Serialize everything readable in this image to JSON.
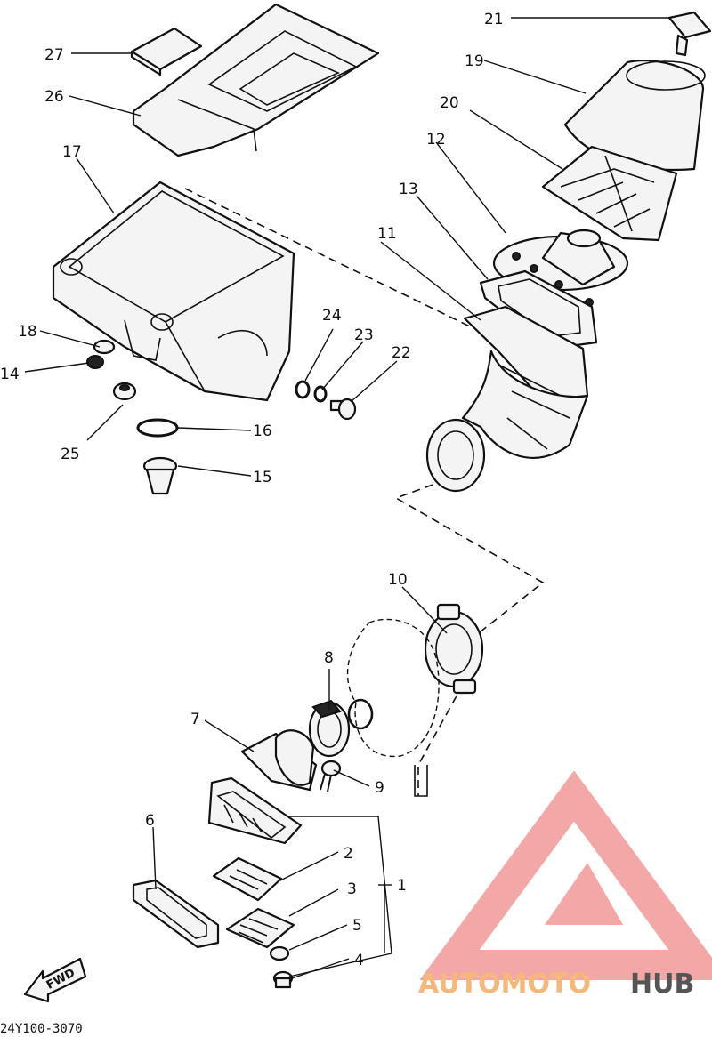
{
  "callouts": [
    {
      "id": "c1",
      "label": "1"
    },
    {
      "id": "c2",
      "label": "2"
    },
    {
      "id": "c3",
      "label": "3"
    },
    {
      "id": "c4",
      "label": "4"
    },
    {
      "id": "c5",
      "label": "5"
    },
    {
      "id": "c6",
      "label": "6"
    },
    {
      "id": "c7",
      "label": "7"
    },
    {
      "id": "c8",
      "label": "8"
    },
    {
      "id": "c9",
      "label": "9"
    },
    {
      "id": "c10",
      "label": "10"
    },
    {
      "id": "c11",
      "label": "11"
    },
    {
      "id": "c12",
      "label": "12"
    },
    {
      "id": "c13",
      "label": "13"
    },
    {
      "id": "c14",
      "label": "14"
    },
    {
      "id": "c15",
      "label": "15"
    },
    {
      "id": "c16",
      "label": "16"
    },
    {
      "id": "c17",
      "label": "17"
    },
    {
      "id": "c18",
      "label": "18"
    },
    {
      "id": "c19",
      "label": "19"
    },
    {
      "id": "c20",
      "label": "20"
    },
    {
      "id": "c21",
      "label": "21"
    },
    {
      "id": "c22",
      "label": "22"
    },
    {
      "id": "c23",
      "label": "23"
    },
    {
      "id": "c24",
      "label": "24"
    },
    {
      "id": "c25",
      "label": "25"
    },
    {
      "id": "c26",
      "label": "26"
    },
    {
      "id": "c27",
      "label": "27"
    }
  ],
  "diagram_code": "24Y100-3070",
  "fwd_label": "FWD",
  "watermark": {
    "part1": "AUTOMOTO",
    "part2": "HUB",
    "color1": "#f5b87a",
    "color2": "#555555",
    "logo_color": "#f08a8a"
  }
}
